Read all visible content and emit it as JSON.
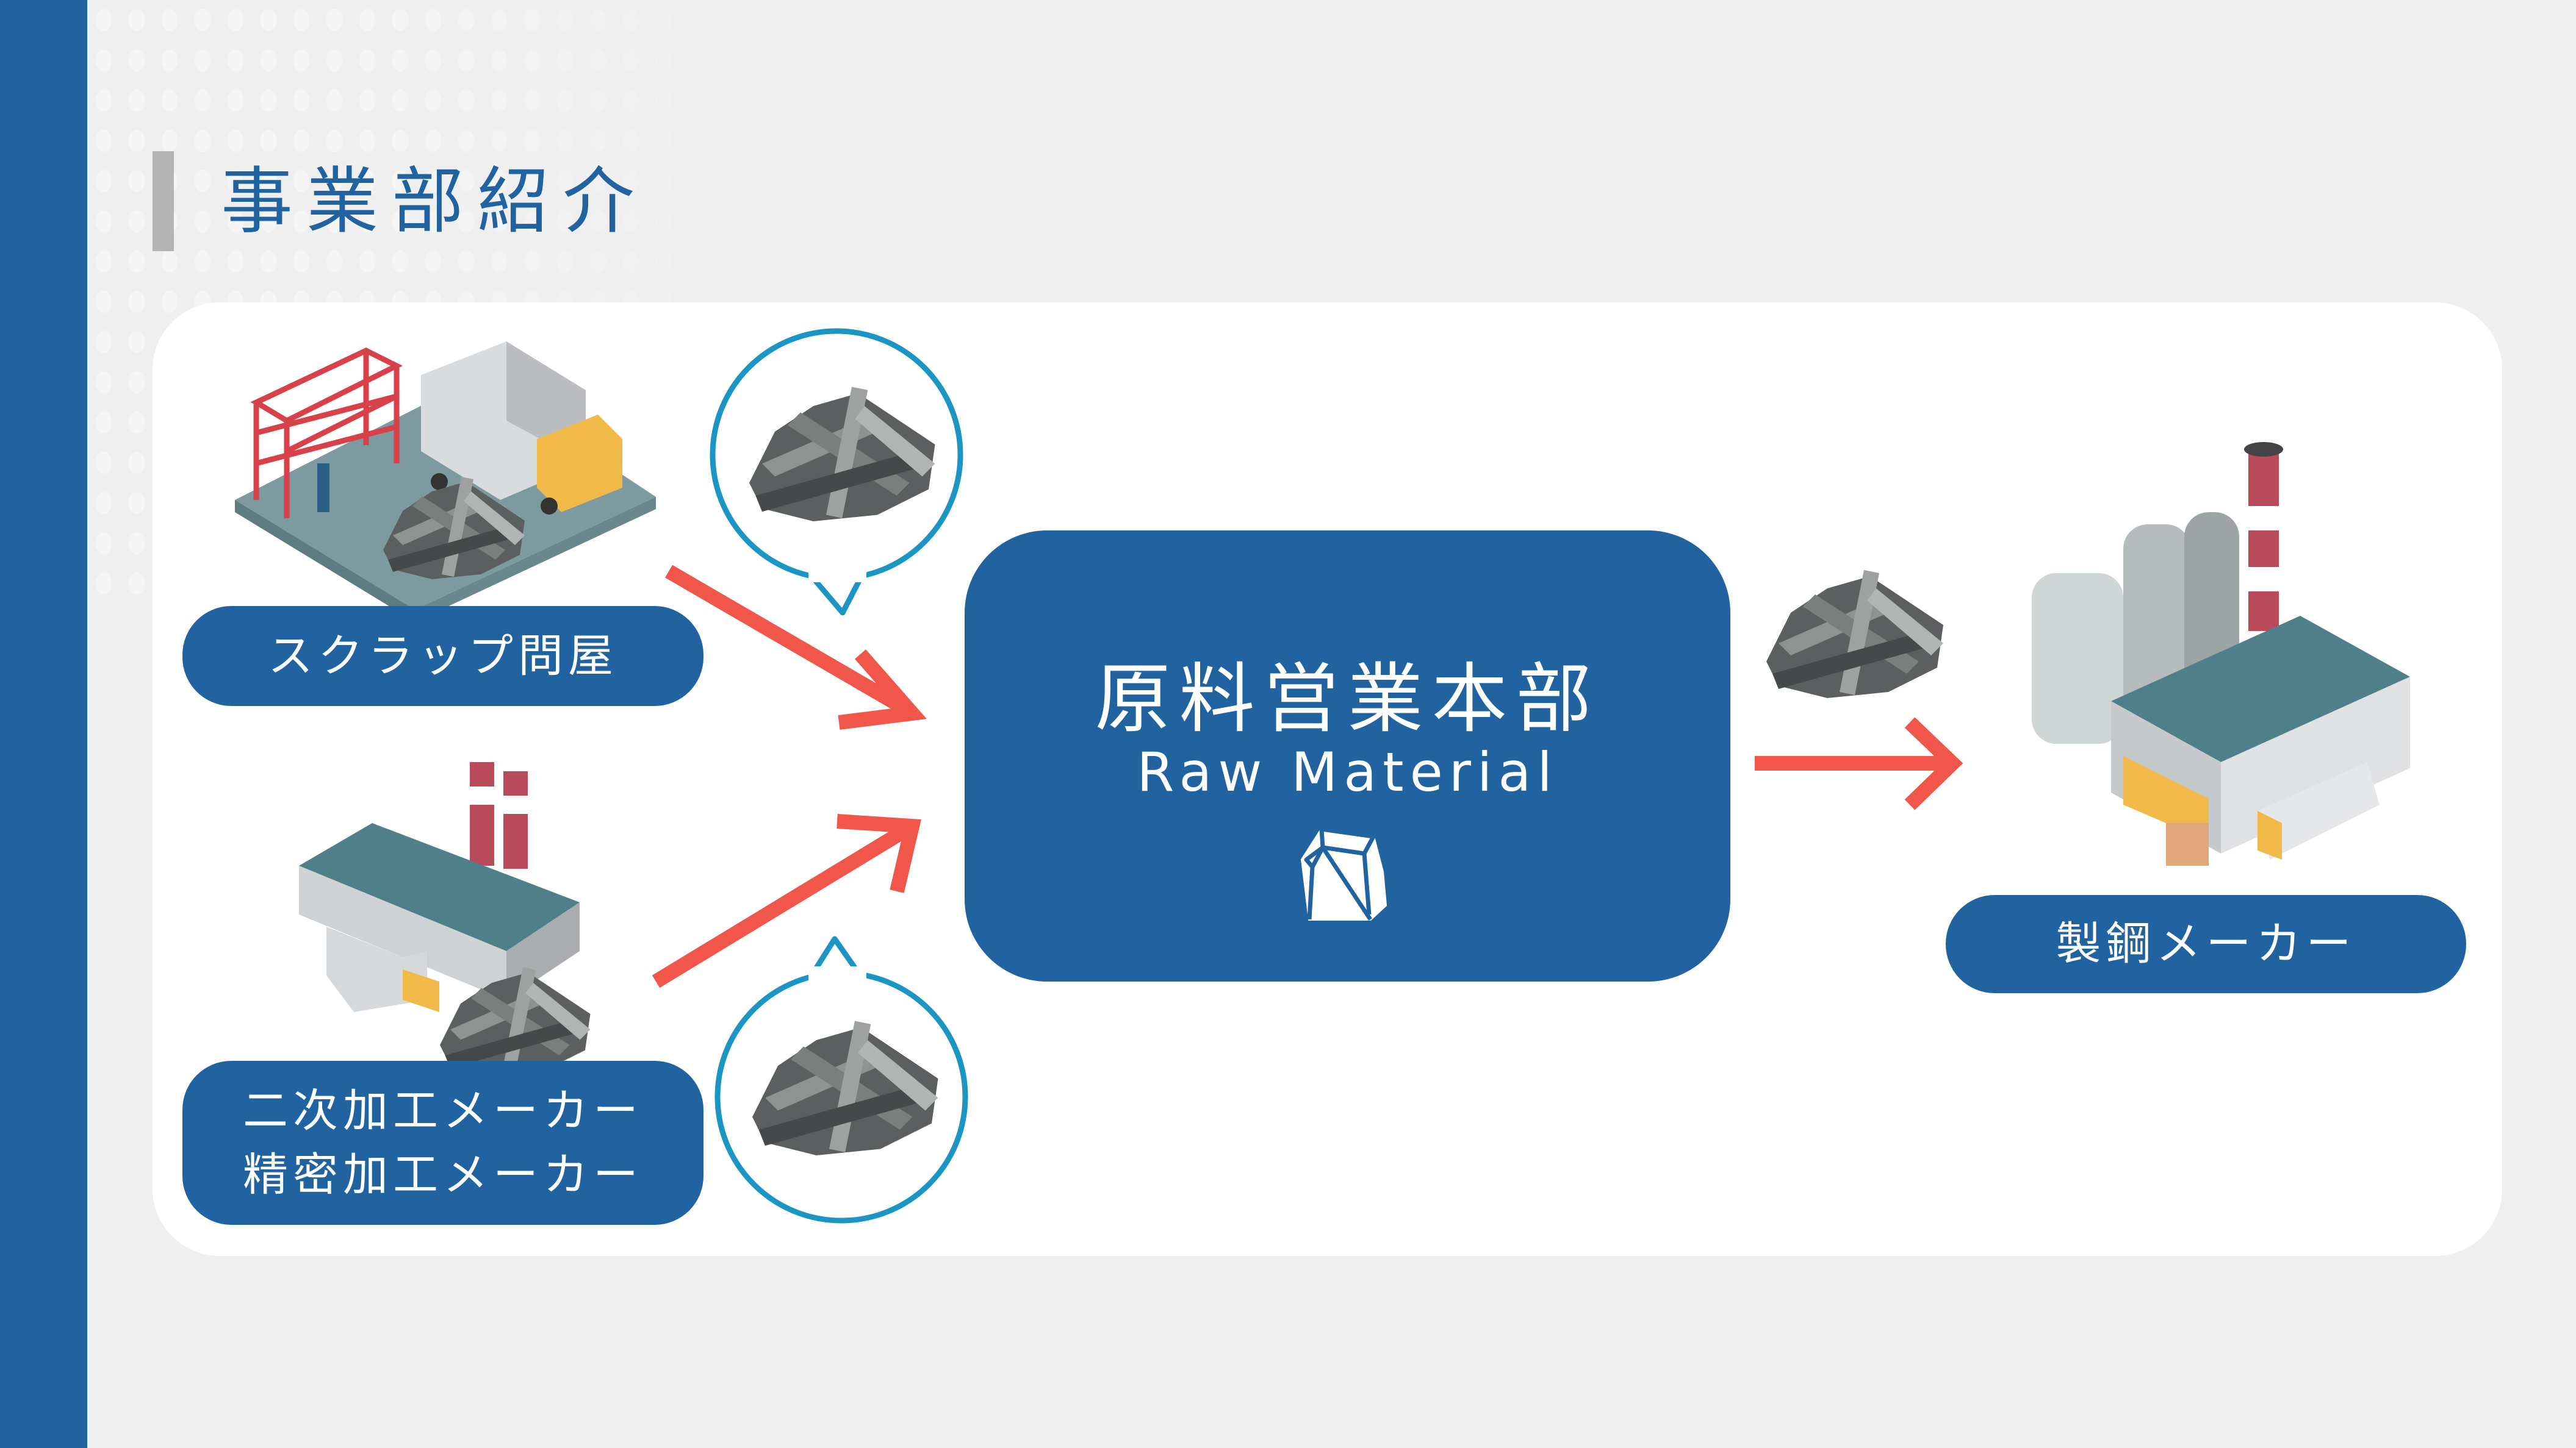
{
  "header": {
    "title": "事業部紹介"
  },
  "sources": [
    {
      "label_lines": [
        "スクラップ問屋"
      ]
    },
    {
      "label_lines": [
        "二次加工メーカー",
        "精密加工メーカー"
      ]
    }
  ],
  "hub": {
    "title": "原料営業本部",
    "subtitle": "Raw Material",
    "icon": "raw-material-rock-icon"
  },
  "destination": {
    "label": "製鋼メーカー"
  },
  "colors": {
    "brand": "#2163a0",
    "arrow": "#f0574a",
    "bubble": "#1b95c4"
  }
}
